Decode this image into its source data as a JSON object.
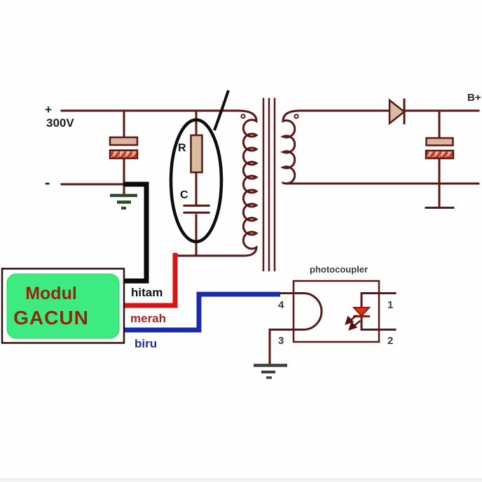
{
  "diagram": {
    "type": "schematic",
    "description": "GACUN universal switching module wired to an SMPS primary circuit with transformer, output rectifier and photocoupler",
    "labels": {
      "plus": "+",
      "input_voltage": "300V",
      "minus": "-",
      "output": "B+",
      "resistor": "R",
      "capacitor": "C",
      "module_line1": "Modul",
      "module_line2": "GACUN",
      "wire_black": "hitam",
      "wire_red": "merah",
      "wire_blue": "biru",
      "photocoupler": "photocoupler",
      "pin1": "1",
      "pin2": "2",
      "pin3": "3",
      "pin4": "4"
    },
    "colors": {
      "circuit_line": "#5c1717",
      "component_fill": "#d7bd9d",
      "cap_plate_fill": "#dcb59c",
      "hatch_stripe": "#c43b28",
      "ground_left": "#2c472c",
      "ground_right": "#3a443a",
      "wire_black": "#0b0b0b",
      "wire_red": "#d61518",
      "wire_blue": "#1b2ba8",
      "module_fill": "#3deb80",
      "module_border": "#2b1212",
      "module_text": "#8c2a0e",
      "annotation": "#0d0d0d",
      "led_fill": "#d93418",
      "led_stroke": "#8a1d10"
    }
  }
}
